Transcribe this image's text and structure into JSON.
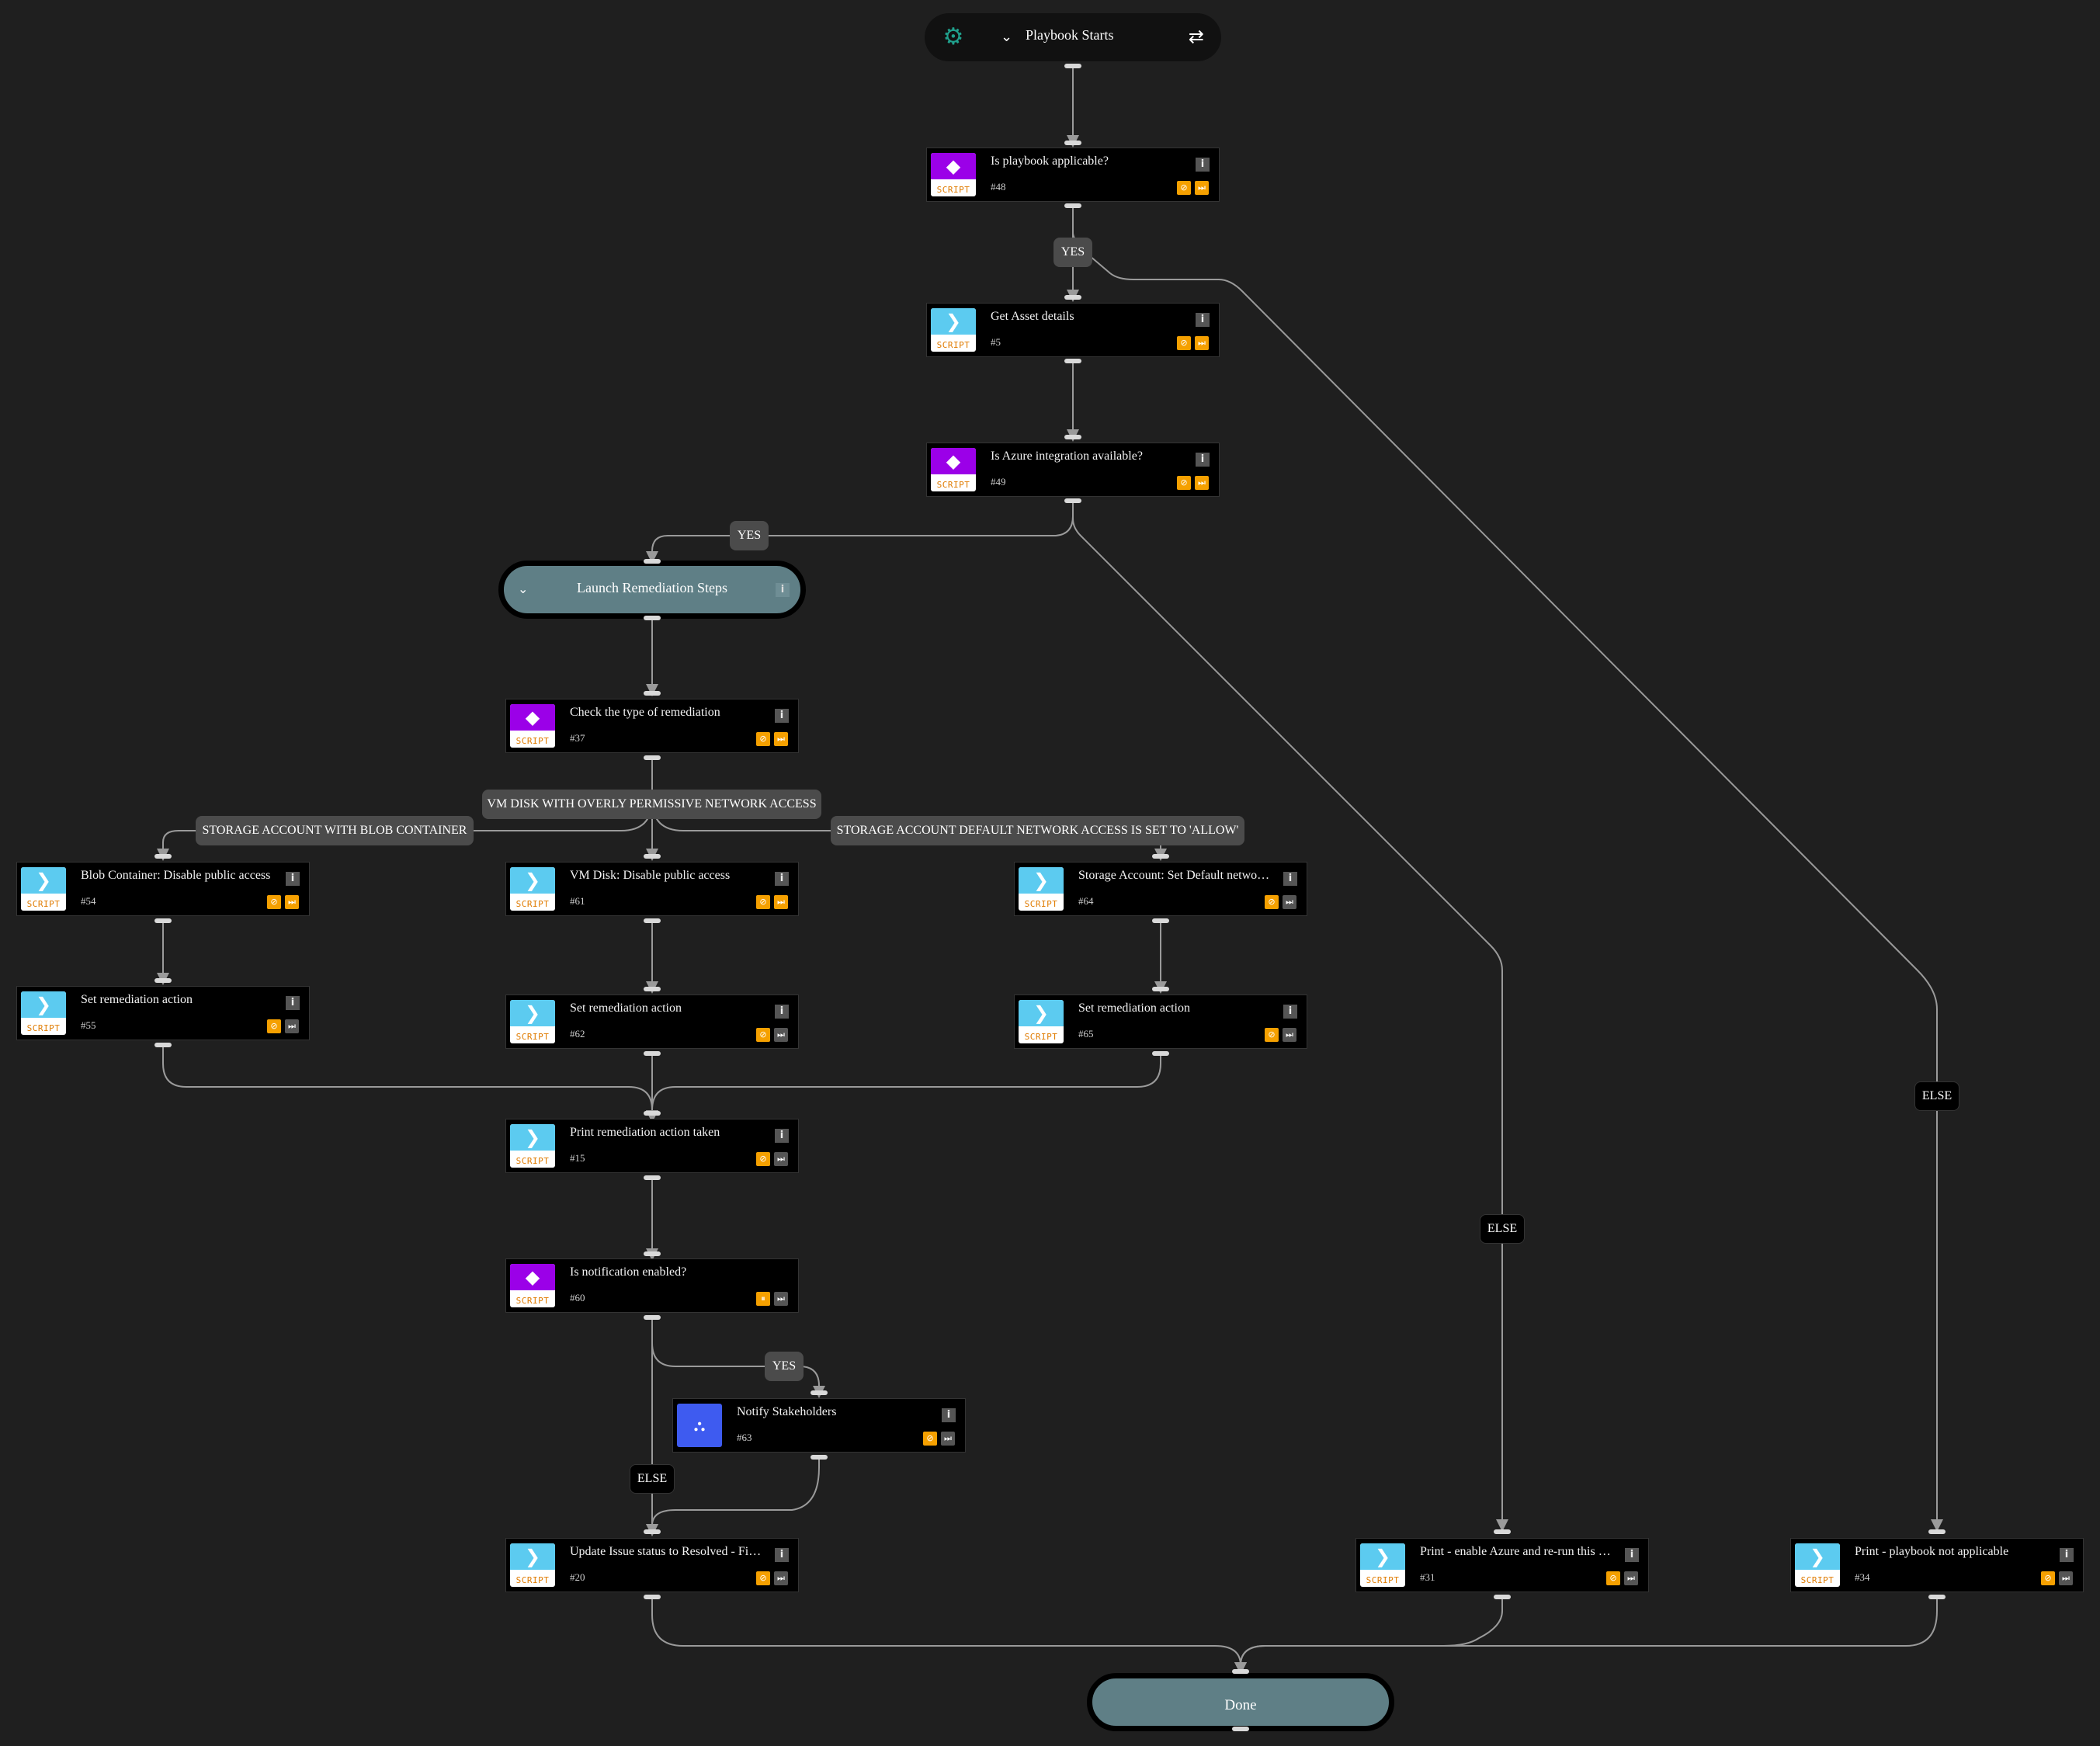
{
  "start": {
    "title": "Playbook Starts",
    "icon": "gear-icon",
    "swap_icon": "swap-icon"
  },
  "sections": {
    "launch": {
      "title": "Launch Remediation Steps"
    },
    "done": {
      "title": "Done"
    }
  },
  "tasks": {
    "t48": {
      "name": "Is playbook applicable?",
      "id": "#48",
      "kind": "condition",
      "tag": "SCRIPT"
    },
    "t5": {
      "name": "Get Asset details",
      "id": "#5",
      "kind": "command",
      "tag": "SCRIPT"
    },
    "t49": {
      "name": "Is Azure integration available?",
      "id": "#49",
      "kind": "condition",
      "tag": "SCRIPT"
    },
    "t37": {
      "name": "Check the type of remediation",
      "id": "#37",
      "kind": "condition",
      "tag": "SCRIPT"
    },
    "t54": {
      "name": "Blob Container: Disable public access",
      "id": "#54",
      "kind": "command",
      "tag": "SCRIPT"
    },
    "t61": {
      "name": "VM Disk: Disable public access",
      "id": "#61",
      "kind": "command",
      "tag": "SCRIPT"
    },
    "t64": {
      "name": "Storage Account: Set Default network access to Deny",
      "id": "#64",
      "kind": "command",
      "tag": "SCRIPT"
    },
    "t55": {
      "name": "Set remediation action",
      "id": "#55",
      "kind": "command",
      "tag": "SCRIPT"
    },
    "t62": {
      "name": "Set remediation action",
      "id": "#62",
      "kind": "command",
      "tag": "SCRIPT"
    },
    "t65": {
      "name": "Set remediation action",
      "id": "#65",
      "kind": "command",
      "tag": "SCRIPT"
    },
    "t15": {
      "name": "Print remediation action taken",
      "id": "#15",
      "kind": "command",
      "tag": "SCRIPT"
    },
    "t60": {
      "name": "Is notification enabled?",
      "id": "#60",
      "kind": "condition",
      "tag": "SCRIPT"
    },
    "t63": {
      "name": "Notify Stakeholders",
      "id": "#63",
      "kind": "subplaybook",
      "tag": ""
    },
    "t20": {
      "name": "Update Issue status to Resolved - Fixed",
      "id": "#20",
      "kind": "command",
      "tag": "SCRIPT"
    },
    "t31": {
      "name": "Print - enable Azure and re-run this playbook",
      "id": "#31",
      "kind": "command",
      "tag": "SCRIPT"
    },
    "t34": {
      "name": "Print - playbook not applicable",
      "id": "#34",
      "kind": "command",
      "tag": "SCRIPT"
    }
  },
  "edge_labels": {
    "yes_48": "YES",
    "yes_49": "YES",
    "vm_disk": "VM DISK WITH OVERLY PERMISSIVE NETWORK ACCESS",
    "blob": "STORAGE ACCOUNT WITH BLOB CONTAINER",
    "storage_default": "STORAGE ACCOUNT DEFAULT NETWORK ACCESS IS SET TO 'ALLOW'",
    "yes_60": "YES",
    "else_60": "ELSE",
    "else_49": "ELSE",
    "else_48": "ELSE"
  },
  "colors": {
    "background": "#1f1f1f",
    "condition": "#9b00e8",
    "command": "#5ccbf0",
    "subplaybook": "#3e5bf0",
    "section": "#5f7f86",
    "status_orange": "#f5a000",
    "edge": "#9a9a9a"
  }
}
